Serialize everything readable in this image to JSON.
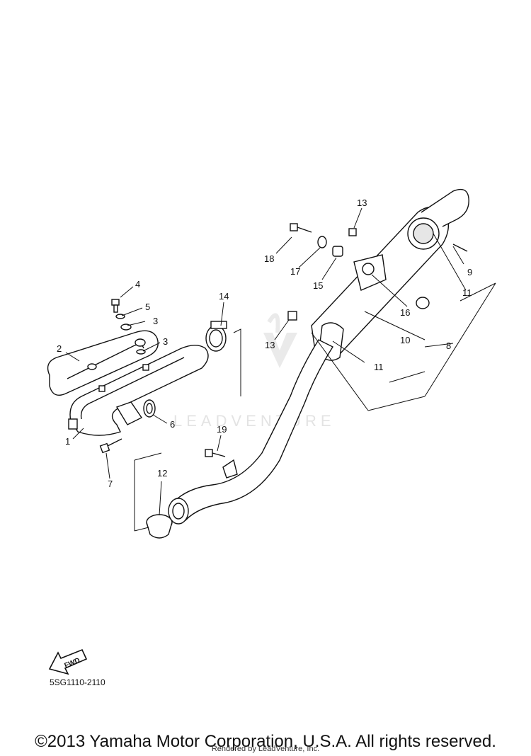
{
  "callouts": {
    "c1": "1",
    "c2": "2",
    "c3a": "3",
    "c3b": "3",
    "c4": "4",
    "c5": "5",
    "c6": "6",
    "c7": "7",
    "c8": "8",
    "c9": "9",
    "c10": "10",
    "c11a": "11",
    "c11b": "11",
    "c12": "12",
    "c13a": "13",
    "c13b": "13",
    "c14": "14",
    "c15": "15",
    "c16": "16",
    "c17": "17",
    "c18": "18",
    "c19": "19"
  },
  "fwd_label": "FWD",
  "watermark": "LEADVENTURE",
  "diagram_code": "5SG1110-2110",
  "copyright": "©2013 Yamaha Motor Corporation, U.S.A. All rights reserved.",
  "rendered_by": "Rendered by LeadVenture, Inc."
}
